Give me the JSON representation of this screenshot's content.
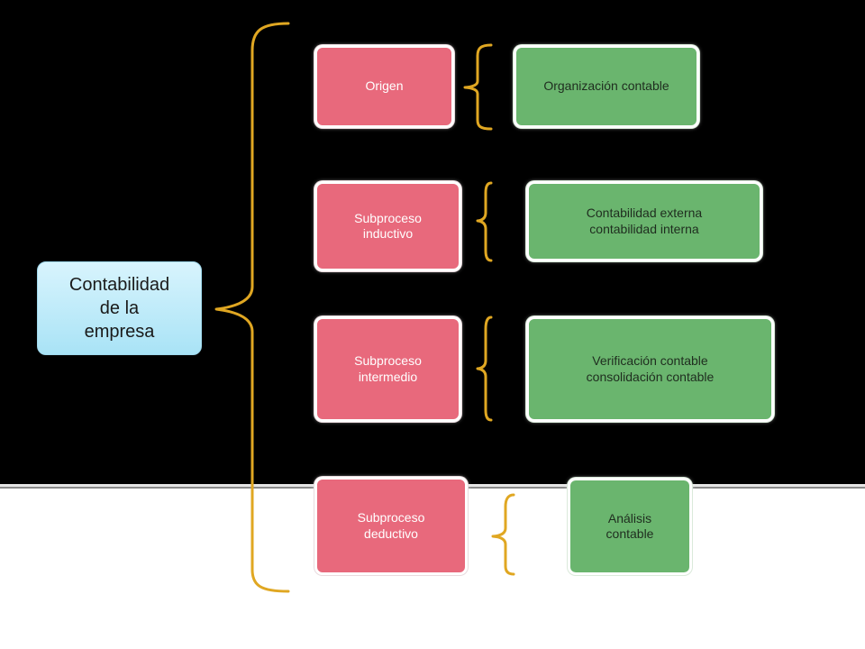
{
  "diagram": {
    "root": {
      "label": "Contabilidad\nde la\nempresa"
    },
    "colors": {
      "background_top": "#000000",
      "stage_box": "#e8697c",
      "result_box": "#6ab56e",
      "root_box": "#bdebfa",
      "bracket": "#e0a722"
    },
    "rows": [
      {
        "stage": "Origen",
        "result": "Organización contable"
      },
      {
        "stage": "Subproceso\ninductivo",
        "result": "Contabilidad externa\ncontabilidad interna"
      },
      {
        "stage": "Subproceso\nintermedio",
        "result": "Verificación contable\nconsolidación contable"
      },
      {
        "stage": "Subproceso\ndeductivo",
        "result": "Análisis\ncontable"
      }
    ]
  }
}
